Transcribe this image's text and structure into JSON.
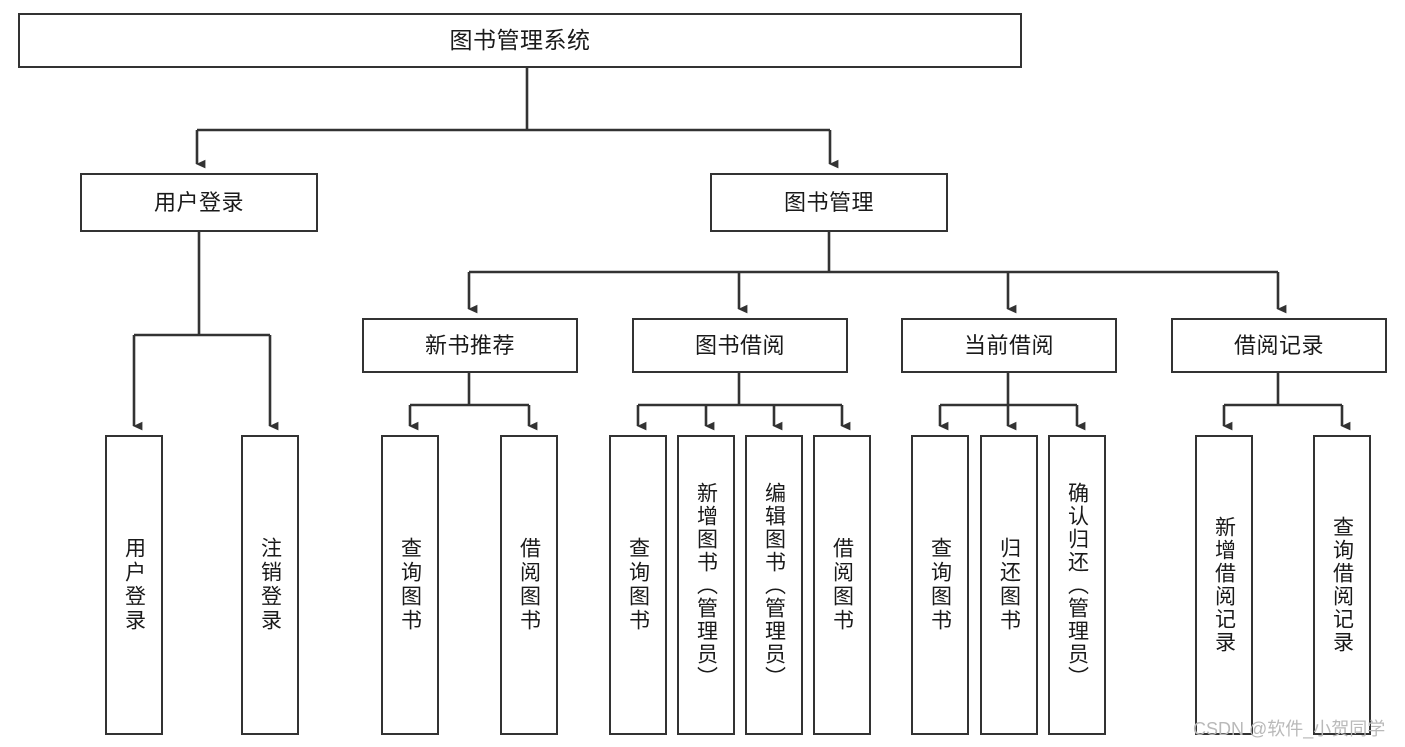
{
  "diagram": {
    "title": "图书管理系统",
    "type": "tree-hierarchy-diagram",
    "colors": {
      "box_border": "#333333",
      "box_fill": "#ffffff",
      "connector": "#333333",
      "text": "#1a1a1a",
      "watermark": "#b9b9b9",
      "background": "#ffffff"
    },
    "root": {
      "label": "图书管理系统"
    },
    "level2": [
      {
        "label": "用户登录"
      },
      {
        "label": "图书管理"
      }
    ],
    "level3": [
      {
        "label": "新书推荐"
      },
      {
        "label": "图书借阅"
      },
      {
        "label": "当前借阅"
      },
      {
        "label": "借阅记录"
      }
    ],
    "leaves": {
      "user_login": [
        {
          "label": "用户登录"
        },
        {
          "label": "注销登录"
        }
      ],
      "new_book_recommend": [
        {
          "label": "查询图书"
        },
        {
          "label": "借阅图书"
        }
      ],
      "book_borrow": [
        {
          "label": "查询图书"
        },
        {
          "label": "新增图书（管理员）"
        },
        {
          "label": "编辑图书（管理员）"
        },
        {
          "label": "借阅图书"
        }
      ],
      "current_borrow": [
        {
          "label": "查询图书"
        },
        {
          "label": "归还图书"
        },
        {
          "label": "确认归还（管理员）"
        }
      ],
      "borrow_record": [
        {
          "label": "新增借阅记录"
        },
        {
          "label": "查询借阅记录"
        }
      ]
    }
  },
  "watermark": {
    "text": "CSDN @软件_小贺同学"
  }
}
